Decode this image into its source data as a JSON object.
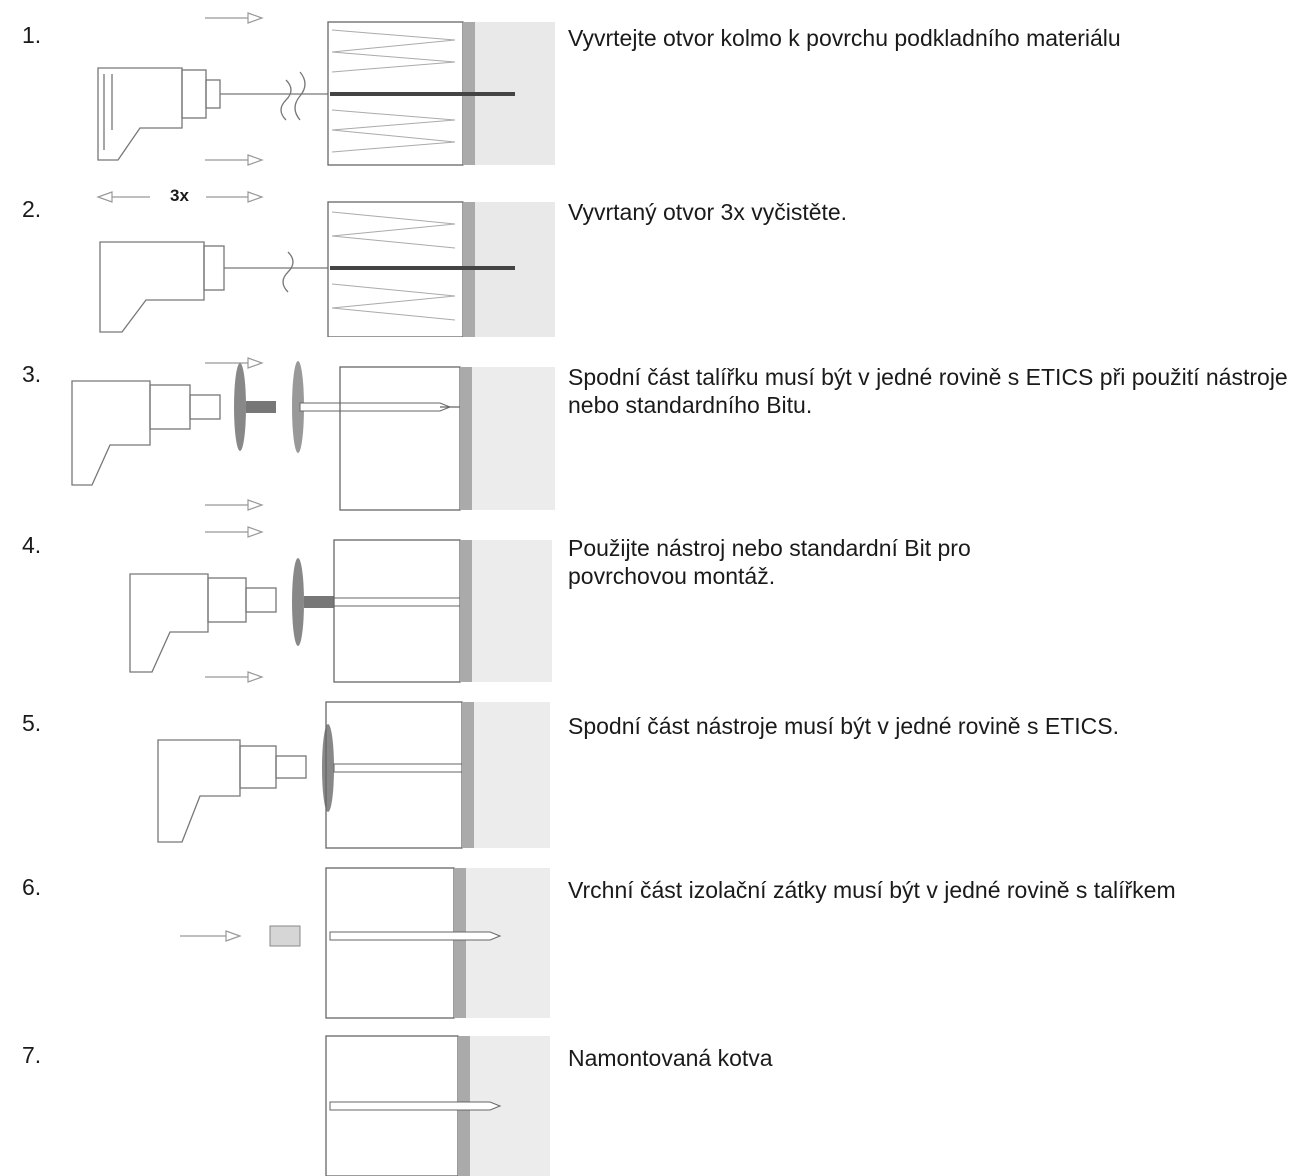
{
  "steps": [
    {
      "number": "1.",
      "text": "Vyvrtejte otvor kolmo k povrchu podkladního materiálu",
      "repeat_label": ""
    },
    {
      "number": "2.",
      "text": "Vyvrtaný otvor 3x vyčistěte.",
      "repeat_label": "3x"
    },
    {
      "number": "3.",
      "text": "Spodní část talířku musí být v jedné rovině s ETICS při použití nástroje nebo standardního Bitu.",
      "repeat_label": ""
    },
    {
      "number": "4.",
      "text": "Použijte nástroj nebo standardní Bit pro povrchovou montáž.",
      "repeat_label": ""
    },
    {
      "number": "5.",
      "text": "Spodní část nástroje musí být v jedné rovině s ETICS.",
      "repeat_label": ""
    },
    {
      "number": "6.",
      "text": "Vrchní část izolační zátky musí být v jedné rovině s talířkem",
      "repeat_label": ""
    },
    {
      "number": "7.",
      "text": "Namontovaná kotva",
      "repeat_label": ""
    }
  ],
  "icons": [
    "drill-icon",
    "insulation-wall-icon",
    "anchor-icon",
    "arrow-icon",
    "insulation-plug-icon"
  ]
}
